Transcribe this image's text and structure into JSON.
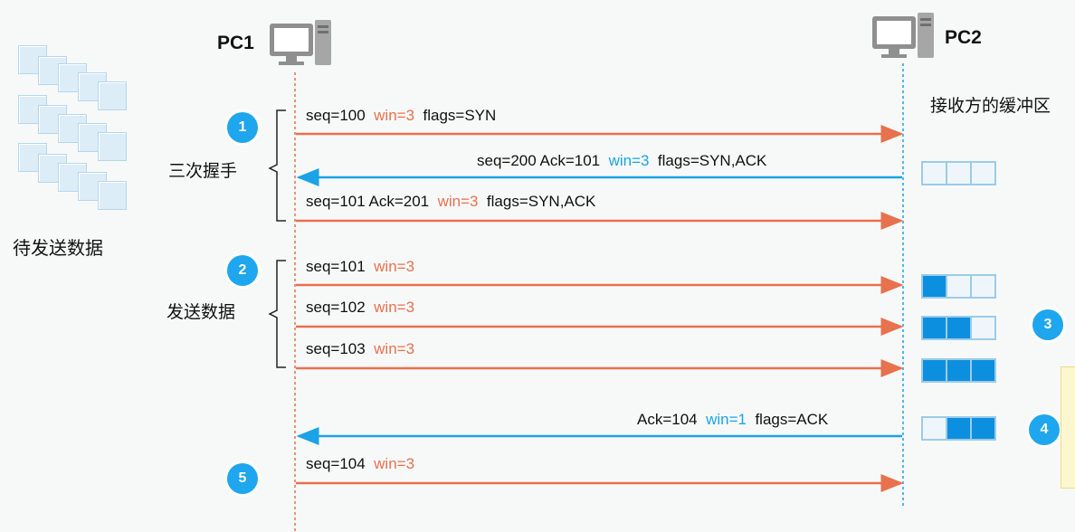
{
  "hosts": {
    "left": "PC1",
    "right": "PC2"
  },
  "left_panel_label": "待发送数据",
  "buffer_label": "接收方的缓冲区",
  "groups": {
    "handshake": "三次握手",
    "send": "发送数据"
  },
  "steps": [
    "1",
    "2",
    "3",
    "4",
    "5"
  ],
  "messages": [
    {
      "direction": "PC1→PC2",
      "pre": "seq=100",
      "win": "win=3",
      "post": "flags=SYN"
    },
    {
      "direction": "PC2→PC1",
      "pre": "seq=200  Ack=101",
      "win": "win=3",
      "post": "flags=SYN,ACK"
    },
    {
      "direction": "PC1→PC2",
      "pre": "seq=101  Ack=201",
      "win": "win=3",
      "post": "flags=SYN,ACK"
    },
    {
      "direction": "PC1→PC2",
      "pre": "seq=101",
      "win": "win=3",
      "post": ""
    },
    {
      "direction": "PC1→PC2",
      "pre": "seq=102",
      "win": "win=3",
      "post": ""
    },
    {
      "direction": "PC1→PC2",
      "pre": "seq=103",
      "win": "win=3",
      "post": ""
    },
    {
      "direction": "PC2→PC1",
      "pre": "Ack=104",
      "win": "win=1",
      "post": "flags=ACK"
    },
    {
      "direction": "PC1→PC2",
      "pre": "seq=104",
      "win": "win=3",
      "post": ""
    }
  ],
  "buffers": [
    {
      "filled": [
        false,
        false,
        false
      ]
    },
    {
      "filled": [
        true,
        false,
        false
      ]
    },
    {
      "filled": [
        true,
        true,
        false
      ]
    },
    {
      "filled": [
        true,
        true,
        true
      ]
    },
    {
      "filled": [
        false,
        true,
        true
      ]
    }
  ],
  "note_text": "",
  "colors": {
    "send": "#e8714e",
    "ack": "#1aa3e6",
    "step": "#1ea6ee",
    "buffer_fill": "#0d8fe0"
  }
}
